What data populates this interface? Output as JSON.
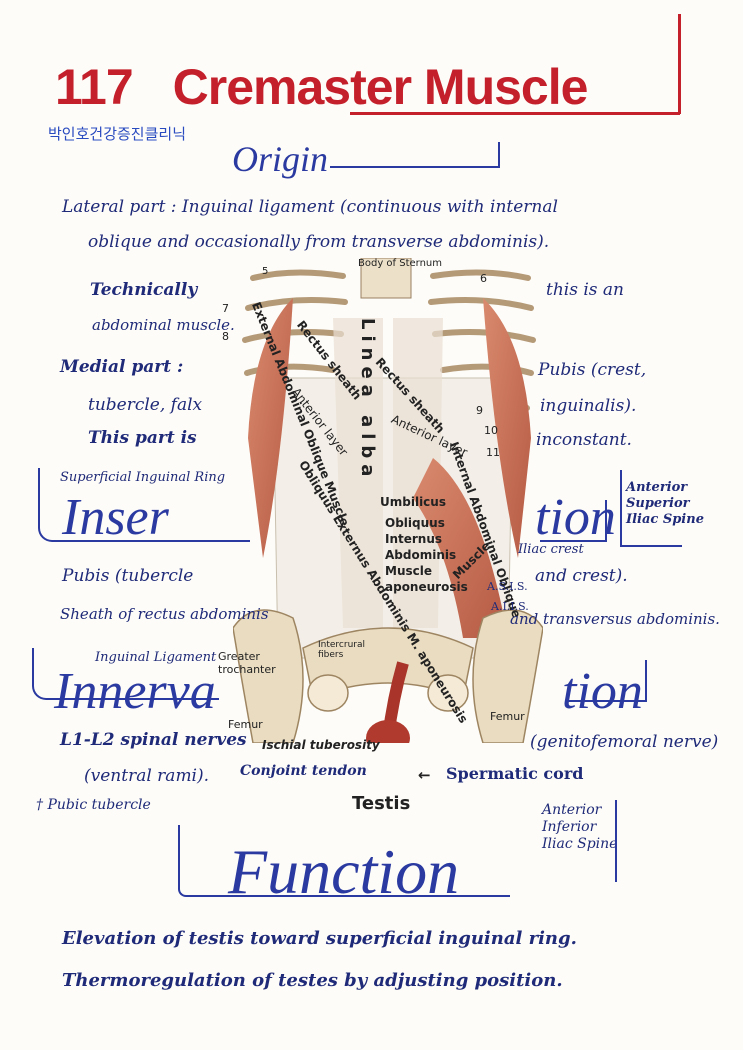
{
  "title": {
    "number": "117",
    "text": "Cremaster Muscle"
  },
  "clinic": "박인호건강증진클리닉",
  "origin": {
    "heading": "Origin",
    "lateral_1": "Lateral part : Inguinal ligament (continuous with internal",
    "lateral_2": "oblique and occasionally from transverse abdominis).",
    "tech_1": "Technically",
    "tech_2": "this is an",
    "tech_3": "abdominal muscle.",
    "medial_1": "Medial part :",
    "medial_2": "Pubis (crest,",
    "medial_3": "tubercle, falx",
    "medial_4": "inguinalis).",
    "medial_5": "This part is",
    "medial_6": "inconstant."
  },
  "insertion": {
    "heading_left": "Inser",
    "heading_right": "tion",
    "superficial_ring": "Superficial Inguinal Ring",
    "pubis_1": "Pubis (tubercle",
    "pubis_2": "and crest).",
    "sheath_1": "Sheath of rectus abdominis",
    "sheath_2": "and transversus abdominis.",
    "asis": "Anterior Superior Iliac Spine",
    "iliac_crest": "Iliac crest",
    "asis_abbr": "A.S.I.S.",
    "aiis_abbr": "A.I.I.S."
  },
  "innervation": {
    "heading_left": "Innerva",
    "heading_right": "tion",
    "inguinal_ligament": "Inguinal Ligament",
    "nerves_1": "L1-L2 spinal nerves",
    "nerves_2": "(genitofemoral nerve)",
    "nerves_3": "(ventral rami).",
    "pubic_tubercle": "† Pubic tubercle"
  },
  "function": {
    "heading": "Function",
    "aiis": "Anterior Inferior Iliac Spine",
    "line_1": "Elevation of testis toward superficial inguinal ring.",
    "line_2": "Thermoregulation of testes by adjusting position."
  },
  "figure_labels": {
    "body_of_sternum": "Body of Sternum",
    "rectus_sheath": "Rectus sheath",
    "anterior_layer": "Anterior layer",
    "linea_alba": "Linea alba",
    "external_oblique": "External Abdominal Oblique Muscle",
    "internal_oblique": "Internal Abdominal Oblique",
    "ext_aponeurosis": "Obliquus Externus Abdominis M. aponeurosis",
    "umbilicus": "Umbilicus",
    "int_aponeurosis": "Obliquus Internus Abdominis Muscle aponeurosis",
    "muscle": "Muscle",
    "greater_trochanter": "Greater trochanter",
    "intercrural": "Intercrural fibers",
    "femur_left": "Femur",
    "femur_right": "Femur",
    "ischial": "Ischial tuberosity",
    "conjoint": "Conjoint tendon",
    "spermatic": "Spermatic cord",
    "testis": "Testis",
    "rib_numbers": [
      "5",
      "6",
      "7",
      "8",
      "9",
      "10",
      "11"
    ]
  },
  "colors": {
    "title_red": "#c4202b",
    "ink_blue": "#1f2a78",
    "muscle": "#c8735a"
  }
}
